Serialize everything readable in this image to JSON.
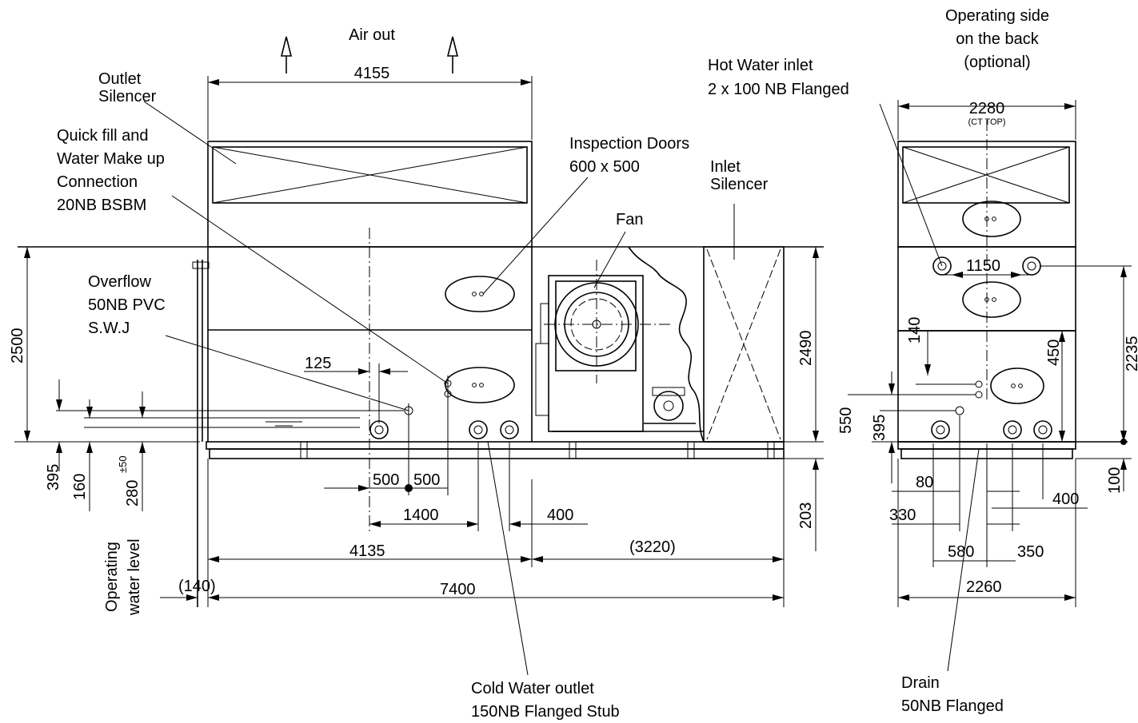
{
  "labels": {
    "air_out": "Air out",
    "outlet_silencer": [
      "Outlet",
      "Silencer"
    ],
    "quick_fill": [
      "Quick fill and",
      "Water Make up",
      "Connection",
      "20NB BSBM"
    ],
    "overflow": [
      "Overflow",
      "50NB PVC",
      "S.W.J"
    ],
    "inspection_doors": [
      "Inspection Doors",
      "600 x 500"
    ],
    "fan": "Fan",
    "inlet_silencer": [
      "Inlet",
      "Silencer"
    ],
    "hot_water_inlet": [
      "Hot Water inlet",
      "2 x 100 NB Flanged"
    ],
    "operating_side": [
      "Operating side",
      "on the back",
      "(optional)"
    ],
    "cold_water_outlet": [
      "Cold Water outlet",
      "150NB Flanged Stub"
    ],
    "drain": [
      "Drain",
      "50NB Flanged"
    ],
    "operating_water_level": [
      "Operating",
      "water level"
    ]
  },
  "dimensions": {
    "top_width": "4155",
    "height_left": "2500",
    "height_right": "2490",
    "d125": "125",
    "d395": "395",
    "d160": "160",
    "d280": "280",
    "d280_tol": "±50",
    "d500a": "500",
    "d500b": "500",
    "d1400": "1400",
    "d400": "400",
    "d4135": "4135",
    "d3220": "(3220)",
    "d140": "(140)",
    "d7400": "7400",
    "d203": "203",
    "side_top": "2280",
    "side_top_note": "(CT TOP)",
    "d1150": "1150",
    "d140b": "140",
    "d450": "450",
    "d2235": "2235",
    "d550": "550",
    "d395b": "395",
    "d80": "80",
    "d330": "330",
    "d580": "580",
    "d350": "350",
    "d400b": "400",
    "d2260": "2260",
    "d100": "100"
  }
}
